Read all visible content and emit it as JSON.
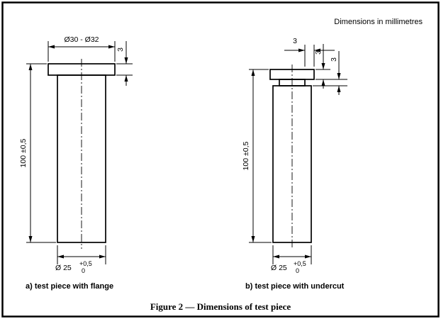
{
  "note": "Dimensions in millimetres",
  "caption": "Figure 2 — Dimensions of test piece",
  "figure_a": {
    "label": "a) test piece with flange",
    "flange_diameter": "Ø30 - Ø32",
    "flange_thickness": "3",
    "length": "100 ±0,5",
    "body_diameter": "Ø 25",
    "tol_upper": "+0,5",
    "tol_lower": "0"
  },
  "figure_b": {
    "label": "b) test piece with undercut",
    "undercut_width": "3",
    "cap_thickness": "3",
    "undercut_height": "3",
    "length": "100 ±0,5",
    "body_diameter": "Ø 25",
    "tol_upper": "+0,5",
    "tol_lower": "0"
  }
}
